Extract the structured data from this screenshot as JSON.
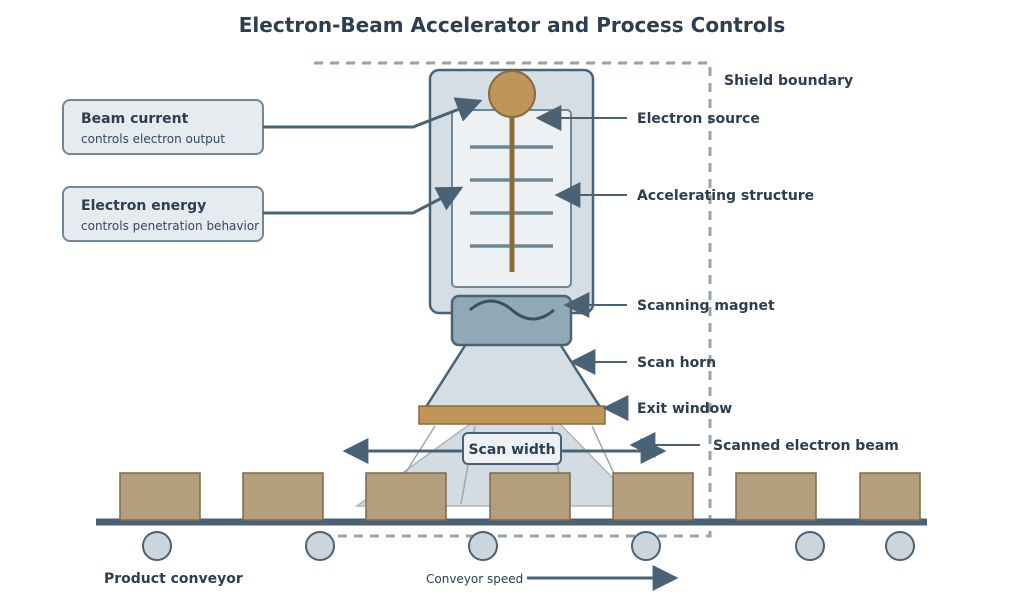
{
  "title": "Electron-Beam Accelerator and Process Controls",
  "shield": {
    "label": "Shield boundary"
  },
  "controls": [
    {
      "title": "Beam current",
      "subtitle": "controls electron output"
    },
    {
      "title": "Electron energy",
      "subtitle": "controls penetration behavior"
    }
  ],
  "labels": {
    "electron_source": "Electron source",
    "accelerating_structure": "Accelerating structure",
    "scanning_magnet": "Scanning magnet",
    "scan_horn": "Scan horn",
    "exit_window": "Exit window",
    "scanned_beam": "Scanned electron beam",
    "scan_width": "Scan width",
    "product_conveyor": "Product conveyor",
    "conveyor_speed": "Conveyor speed"
  },
  "colors": {
    "dark": "#4a6274",
    "housing": "#d6dee5",
    "tube": "#edf1f4",
    "source": "#bf955a",
    "rod": "#8b6a3e",
    "magnet": "#8fa9b6",
    "window": "#bf955a",
    "box": "#b49e7c",
    "roller": "#cdd5dc"
  }
}
